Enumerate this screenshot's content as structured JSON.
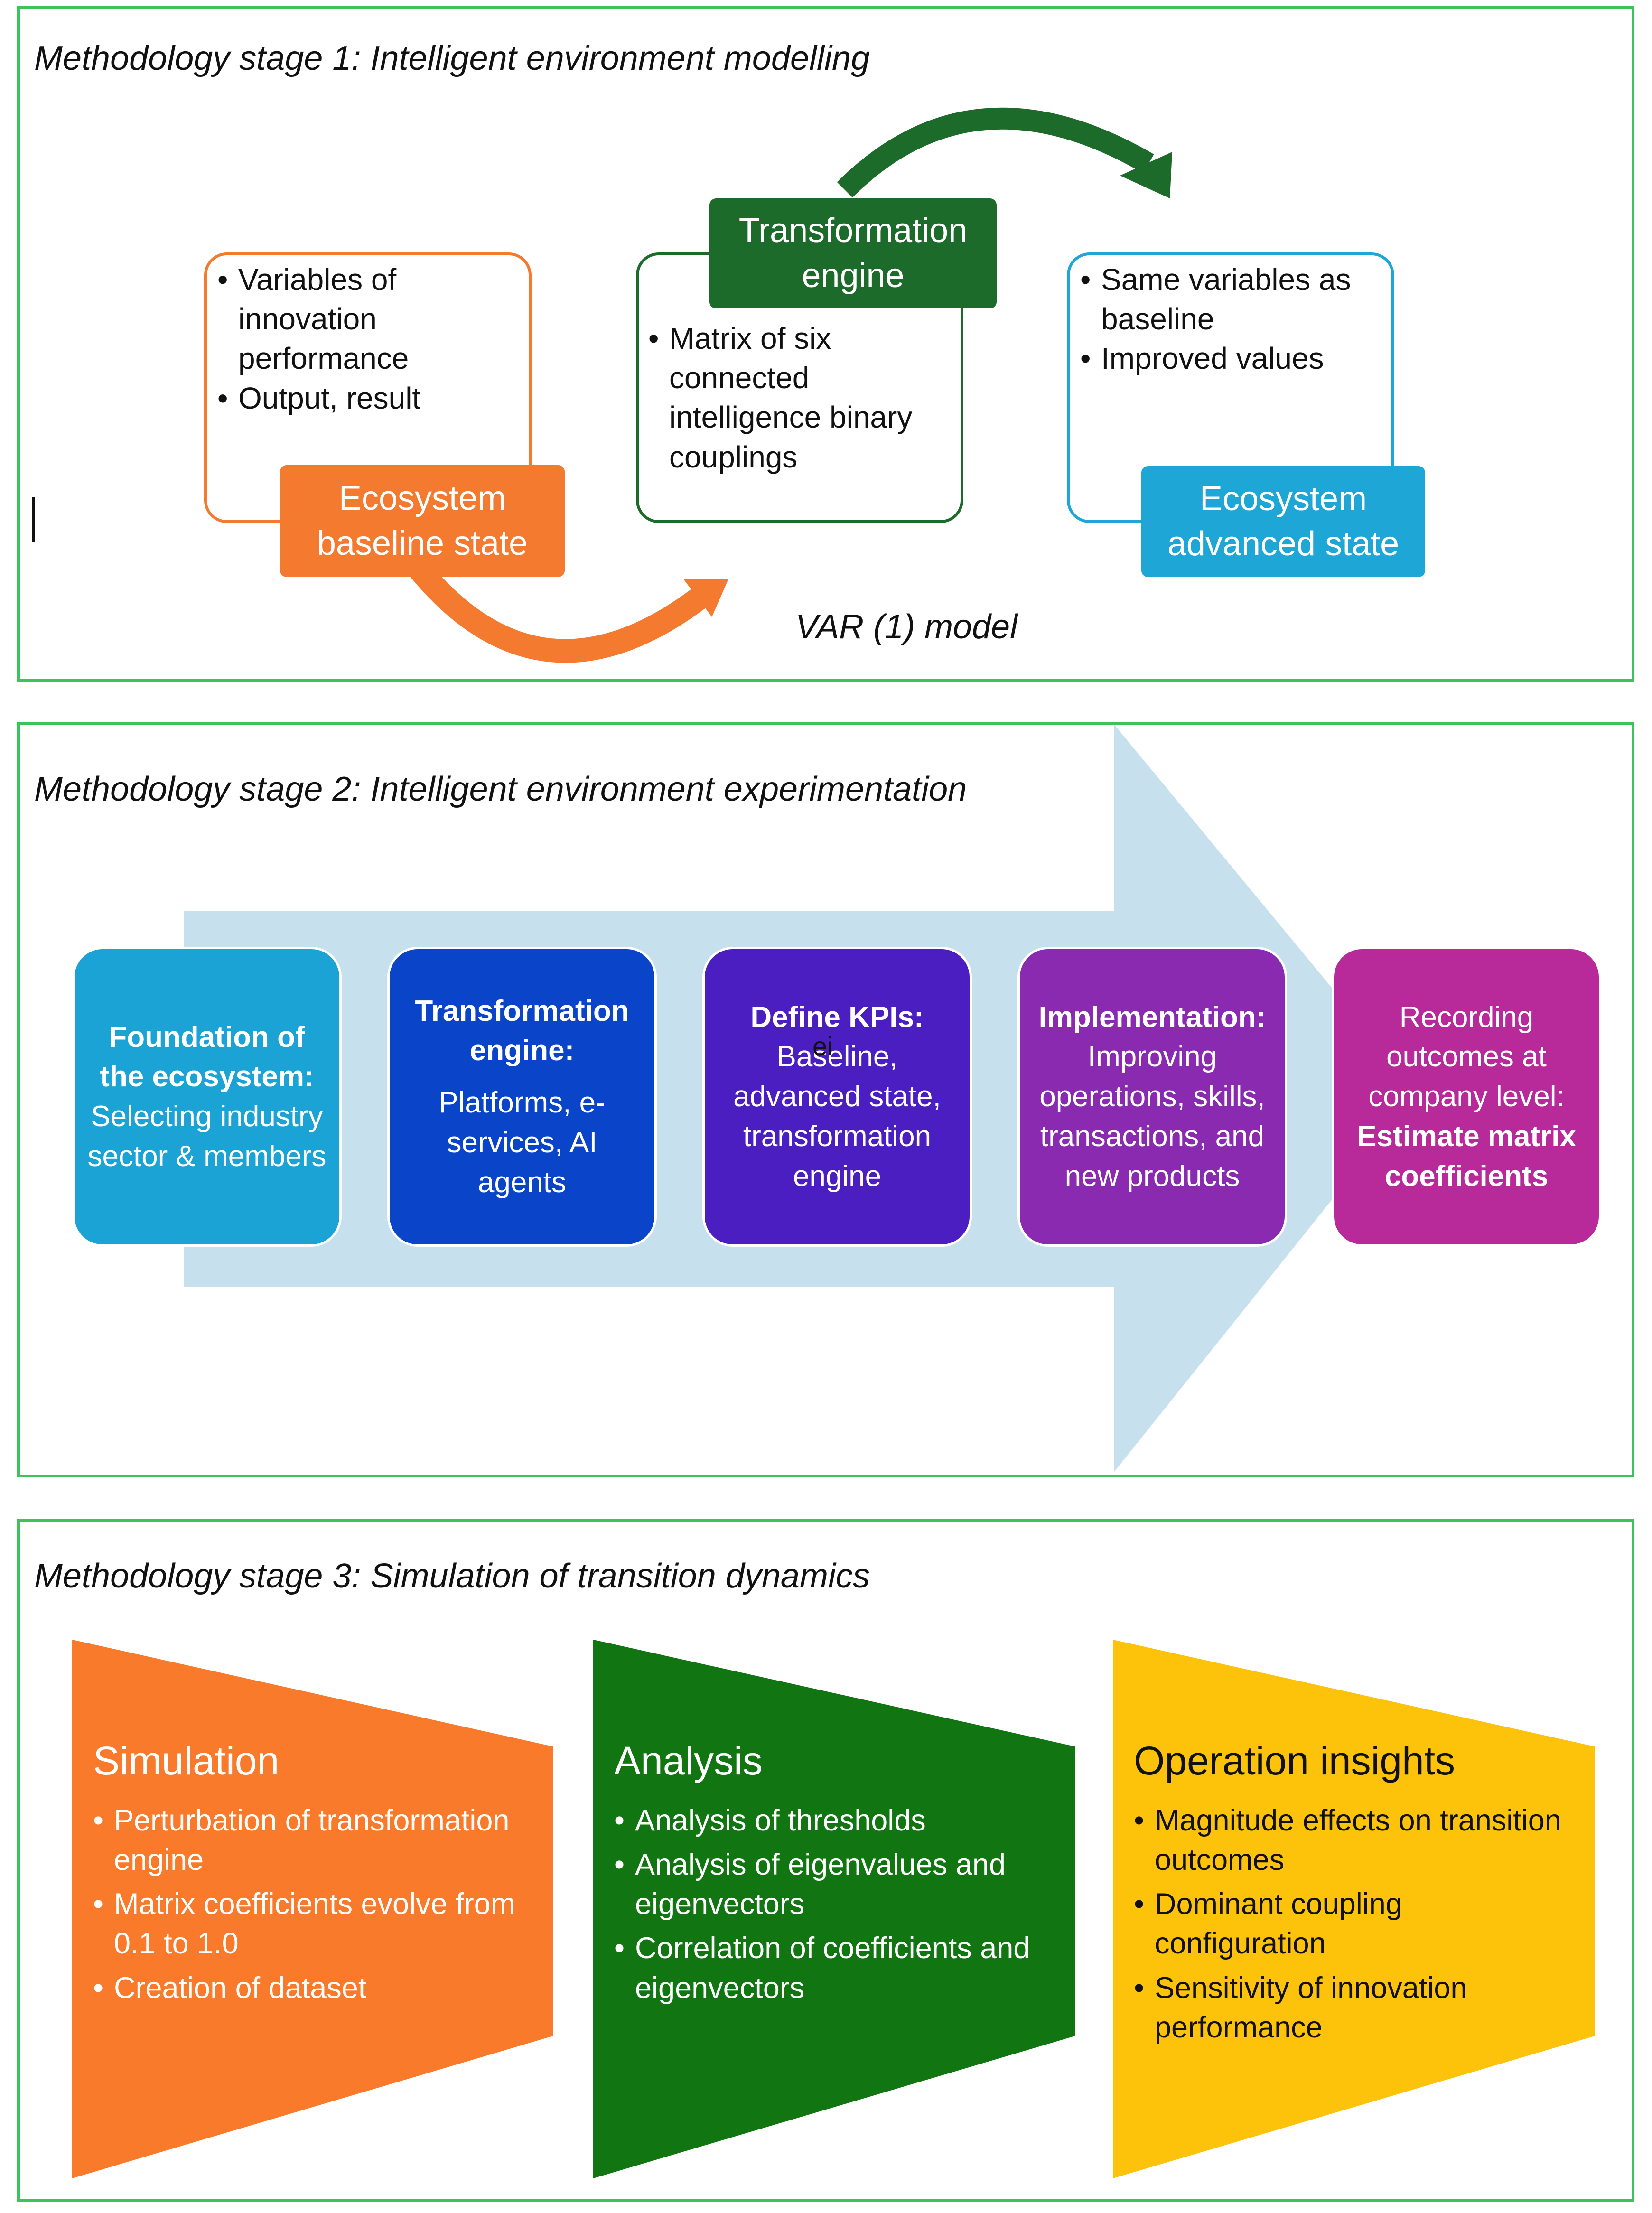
{
  "stage1": {
    "title": "Methodology stage 1: Intelligent environment modelling",
    "baseline": {
      "bullets": [
        "Variables of innovation performance",
        "Output, result"
      ],
      "label": "Ecosystem baseline state"
    },
    "engine": {
      "label": "Transformation engine",
      "bullets": [
        "Matrix of six connected intelligence binary couplings"
      ]
    },
    "advanced": {
      "bullets": [
        "Same variables as baseline",
        "Improved values"
      ],
      "label": "Ecosystem advanced state"
    },
    "model_label": "VAR (1) model"
  },
  "stage2": {
    "title": "Methodology stage 2: Intelligent environment experimentation",
    "steps": [
      {
        "bold": "Foundation of the ecosystem:",
        "text": "Selecting industry sector & members"
      },
      {
        "bold": "Transformation engine:",
        "text": "Platforms, e-services, AI agents"
      },
      {
        "bold": "Define KPIs:",
        "text": "Baseline, advanced state, transformation engine"
      },
      {
        "bold": "Implementation:",
        "text": "Improving operations, skills, transactions, and new products"
      },
      {
        "text": "Recording outcomes at company level:",
        "bold": "Estimate matrix coefficients"
      }
    ],
    "stray_mark": "ei"
  },
  "stage3": {
    "title": "Methodology stage 3: Simulation of transition dynamics",
    "panels": [
      {
        "title": "Simulation",
        "bullets": [
          "Perturbation of transformation engine",
          "Matrix coefficients evolve from 0.1 to 1.0",
          "Creation of dataset"
        ]
      },
      {
        "title": "Analysis",
        "bullets": [
          "Analysis of thresholds",
          "Analysis of eigenvalues and eigenvectors",
          "Correlation of coefficients and eigenvectors"
        ]
      },
      {
        "title": "Operation insights",
        "bullets": [
          "Magnitude effects on transition outcomes",
          "Dominant coupling configuration",
          "Sensitivity of innovation performance"
        ]
      }
    ]
  },
  "colors": {
    "frame": "#3cc35a",
    "orange": "#f47a30",
    "dark_green": "#1d6b2a",
    "teal": "#1ea6d6",
    "light_blue_arrow": "#c7e0ee",
    "step1": "#1ba3d6",
    "step2": "#0a44c8",
    "step3": "#4a1ec0",
    "step4": "#8a2ab0",
    "step5": "#b82a9a",
    "panel_orange": "#f97a2b",
    "panel_green": "#117512",
    "panel_yellow": "#fdc20a"
  }
}
